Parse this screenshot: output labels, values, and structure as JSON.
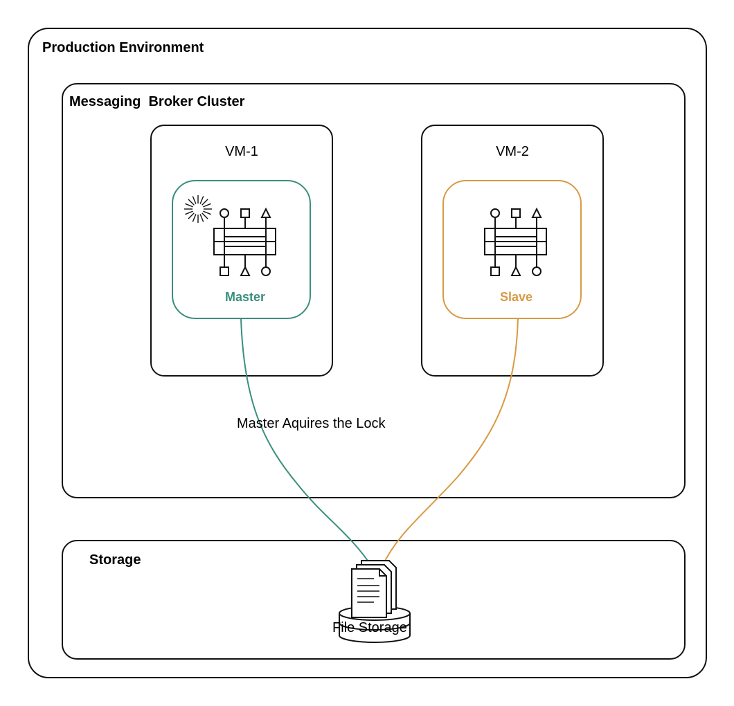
{
  "production": {
    "title": "Production Environment"
  },
  "cluster": {
    "title": "Messaging  Broker Cluster"
  },
  "vm1": {
    "label": "VM-1",
    "node": {
      "label": "Master",
      "color": "#3a8f7d"
    }
  },
  "vm2": {
    "label": "VM-2",
    "node": {
      "label": "Slave",
      "color": "#d89a42"
    }
  },
  "connection": {
    "label": "Master Aquires the Lock"
  },
  "storage": {
    "title": "Storage",
    "file_storage": {
      "label": "File Storage"
    }
  },
  "icons": {
    "broker": "message-broker-icon",
    "spinner": "spinner-icon",
    "file_storage": "file-storage-icon"
  }
}
